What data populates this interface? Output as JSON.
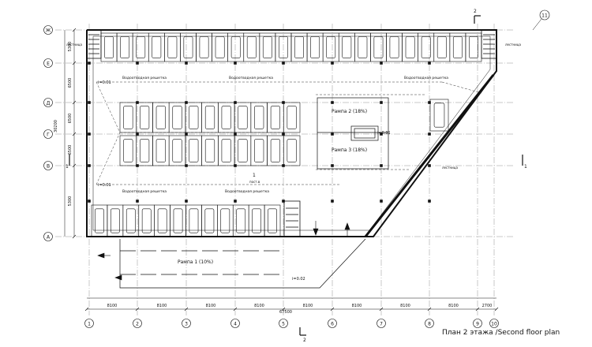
{
  "caption": "План 2 этажа /Second floor plan",
  "section_mark": "2",
  "corner_axis": "11",
  "axes_columns": [
    "1",
    "2",
    "3",
    "4",
    "5",
    "6",
    "7",
    "8",
    "9",
    "10"
  ],
  "axes_rows": [
    "Ж",
    "Е",
    "Д",
    "Г",
    "В",
    "А"
  ],
  "dims_bottom": [
    "8100",
    "8100",
    "8100",
    "8100",
    "8100",
    "8100",
    "8100",
    "8100",
    "2700"
  ],
  "dim_total": "67500",
  "dims_left": [
    "5300",
    "6500",
    "6500",
    "6500",
    "5300"
  ],
  "dim_left_total": "30200",
  "axis_b_mark": "1",
  "labels": {
    "ramp1": "Рампа 1 (10%)",
    "ramp2": "Рампа 2 (18%)",
    "ramp3": "Рампа 3 (18%)",
    "drain": "Водоотводная решетка",
    "stair": "лестница",
    "slope": "i=0.01",
    "slope2": "i=0.02",
    "room": "1",
    "room_sub": "пост.в"
  },
  "colors": {
    "line": "#111111",
    "grid": "#555555"
  }
}
